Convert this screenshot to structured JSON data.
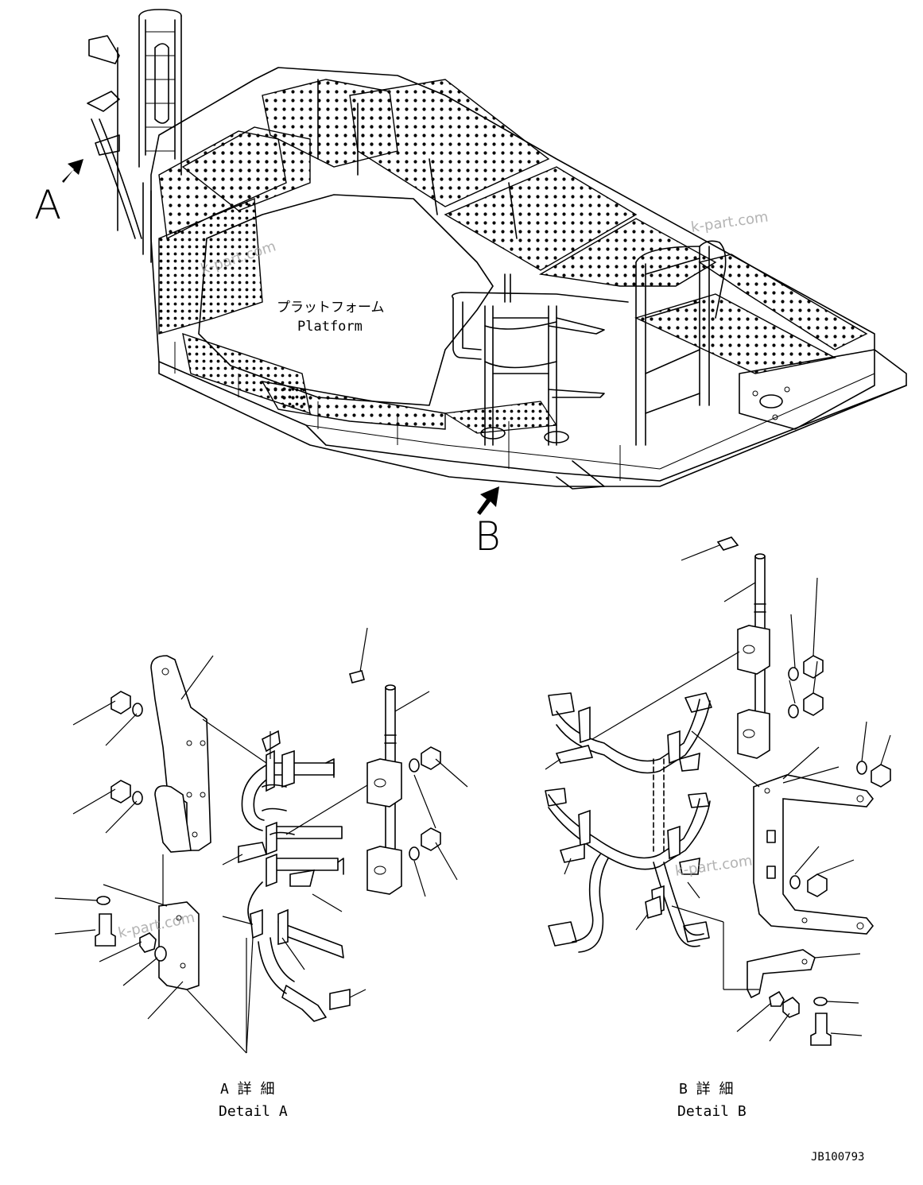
{
  "callouts": {
    "a_letter": "A",
    "b_letter": "B"
  },
  "platform": {
    "label_jp": "プラットフォーム",
    "label_en": "Platform"
  },
  "detail_a": {
    "title_jp": "A 詳 細",
    "title_en": "Detail A"
  },
  "detail_b": {
    "title_jp": "B 詳 細",
    "title_en": "Detail B"
  },
  "drawing_number": "JB100793",
  "watermarks": [
    "k-part.com",
    "k-part.com",
    "k-part.com",
    "k-part.com"
  ],
  "icons": {
    "view_arrow": "view-direction-arrow-icon"
  }
}
